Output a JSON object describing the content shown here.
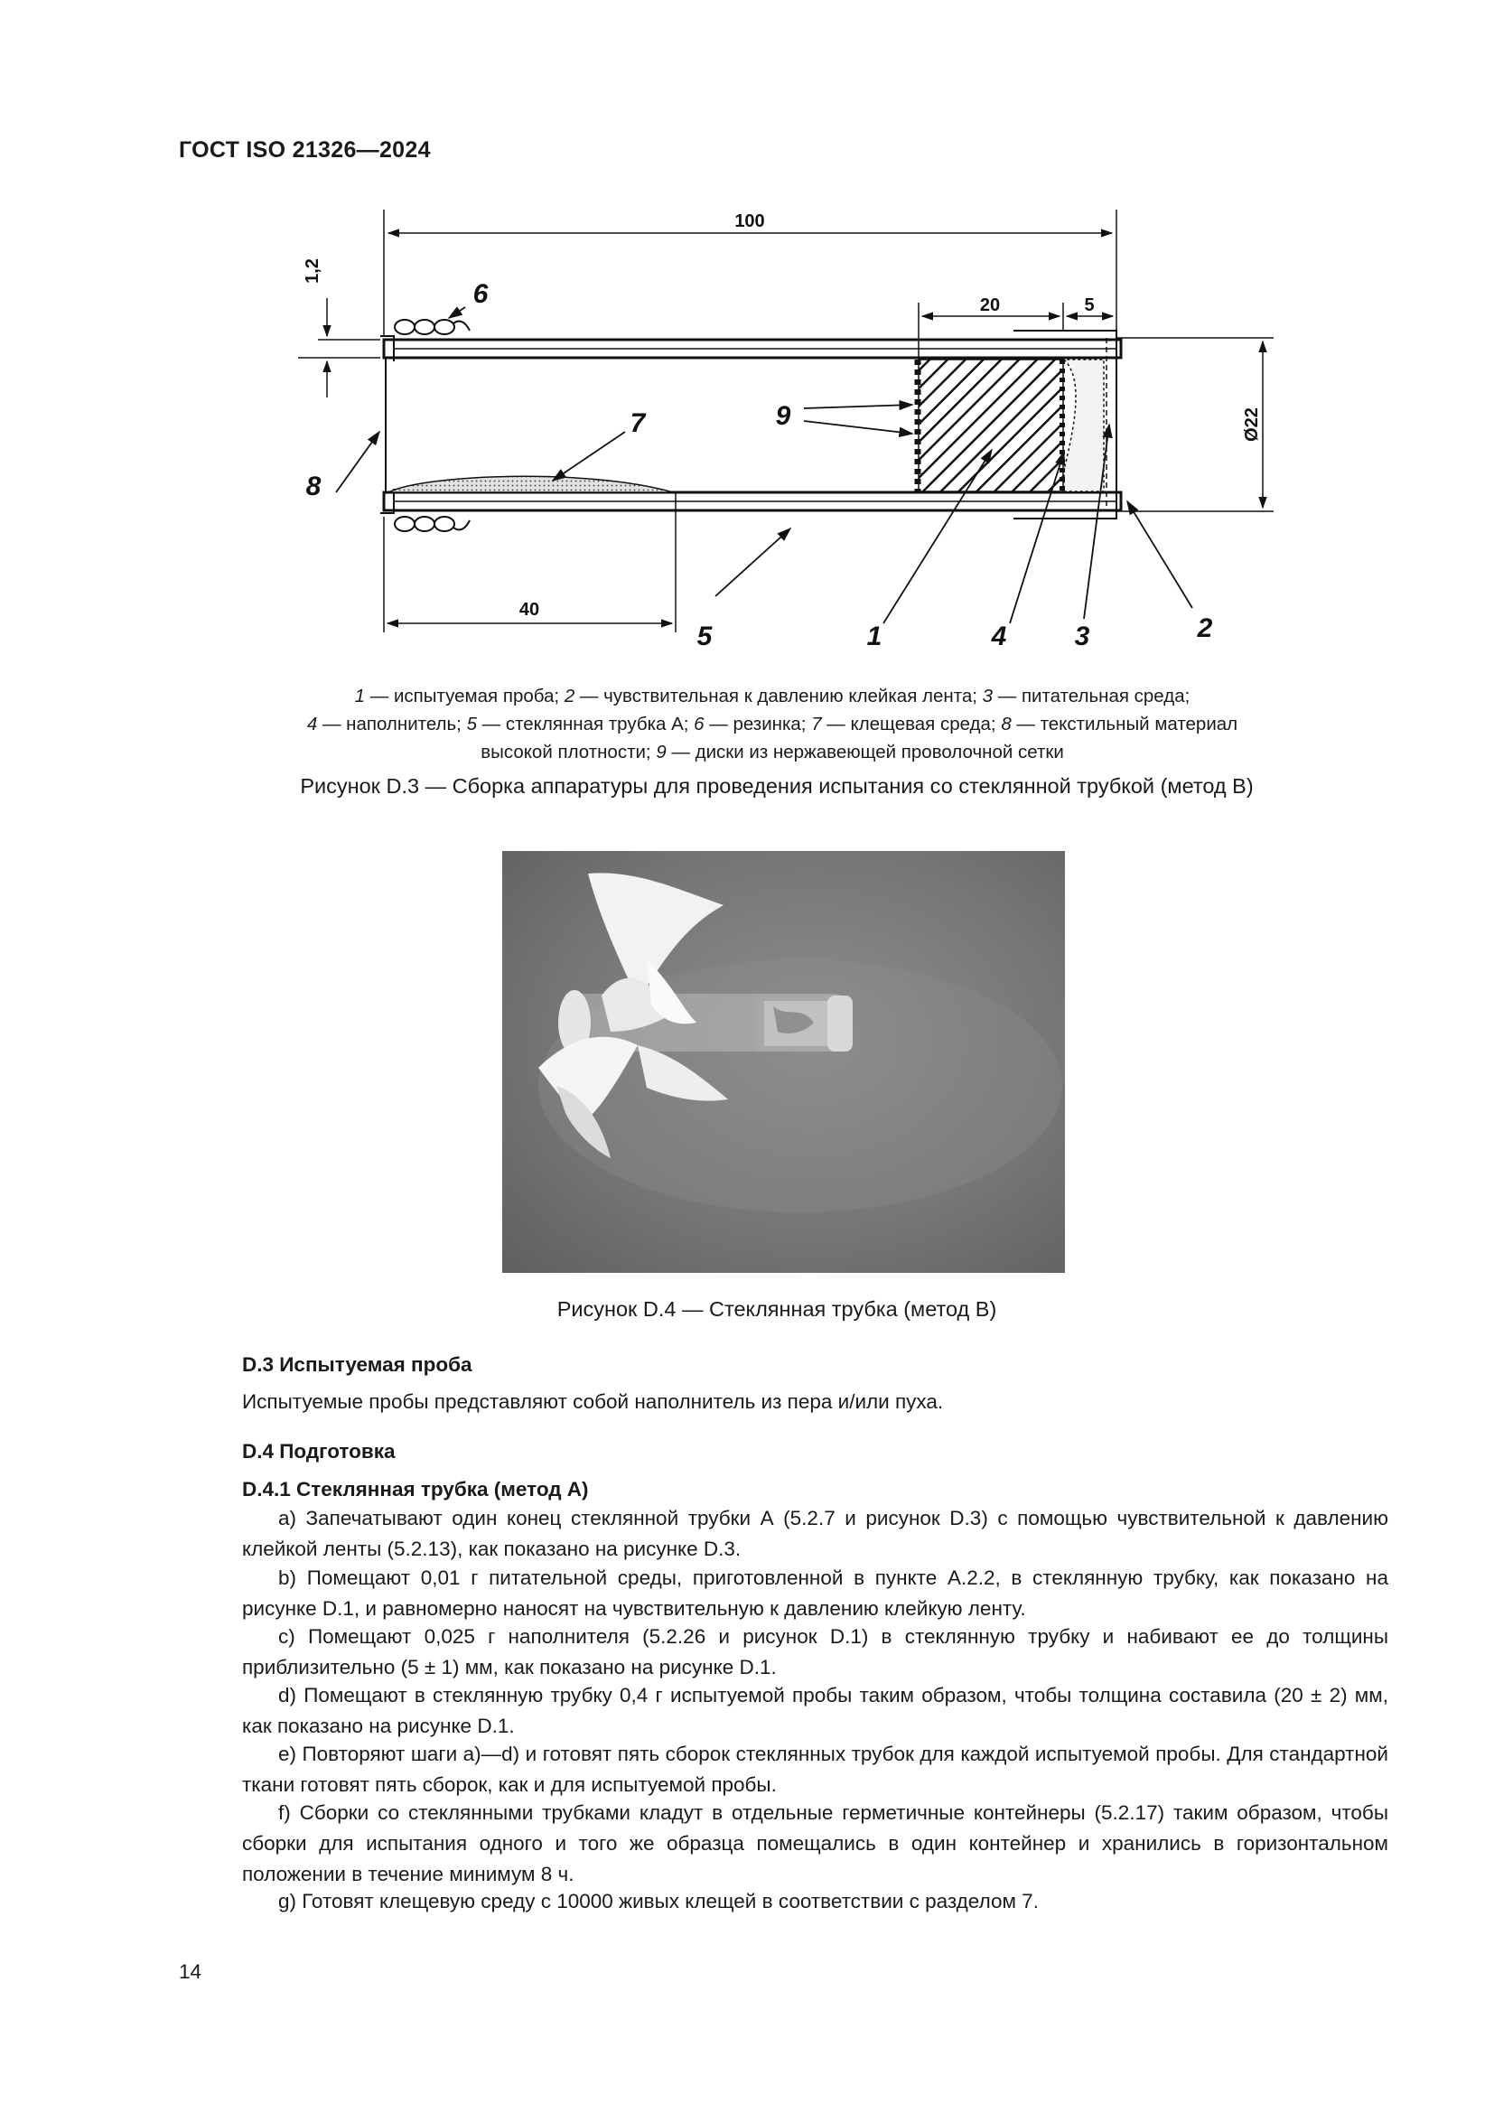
{
  "header": {
    "title": "ГОСТ ISO 21326—2024"
  },
  "figure_d3": {
    "dimensions": {
      "total": "100",
      "d20": "20",
      "d5": "5",
      "thickness": "1,2",
      "d40": "40",
      "diameter": "Ø22"
    },
    "callouts": {
      "c1": "1",
      "c2": "2",
      "c3": "3",
      "c4": "4",
      "c5": "5",
      "c6": "6",
      "c7": "7",
      "c8": "8",
      "c9": "9"
    },
    "legend": {
      "n1": "1",
      "t1": " — испытуемая проба; ",
      "n2": "2",
      "t2": " — чувствительная к давлению клейкая лента; ",
      "n3": "3",
      "t3": " — питательная среда;",
      "n4": "4",
      "t4": " — наполнитель; ",
      "n5": "5",
      "t5": " — стеклянная трубка А; ",
      "n6": "6",
      "t6": " — резинка; ",
      "n7": "7",
      "t7": " — клещевая среда; ",
      "n8": "8",
      "t8": " — текстильный материал высокой плотности; ",
      "n9": "9",
      "t9": " — диски из нержавеющей проволочной сетки"
    },
    "caption": "Рисунок D.3 — Сборка аппаратуры для проведения испытания со стеклянной трубкой (метод В)"
  },
  "figure_d4": {
    "caption": "Рисунок D.4 — Стеклянная трубка (метод В)"
  },
  "sections": {
    "d3_heading": "D.3  Испытуемая проба",
    "d3_text": "Испытуемые пробы представляют собой наполнитель из пера и/или пуха.",
    "d4_heading": "D.4  Подготовка",
    "d41_heading": "D.4.1  Стеклянная трубка (метод А)",
    "items": {
      "a": "a)  Запечатывают один конец стеклянной трубки А (5.2.7 и рисунок D.3) с помощью чувствительной к давлению клейкой ленты (5.2.13), как показано на рисунке D.3.",
      "b": "b)  Помещают 0,01 г питательной среды, приготовленной в пункте А.2.2, в стеклянную трубку, как показано на рисунке D.1, и равномерно наносят на чувствительную к давлению клейкую ленту.",
      "c": "c)  Помещают 0,025 г наполнителя (5.2.26 и рисунок D.1) в стеклянную трубку и набивают ее до толщины приблизительно (5 ± 1) мм, как показано на рисунке D.1.",
      "d": "d)  Помещают в стеклянную трубку 0,4 г испытуемой пробы таким образом, чтобы толщина составила (20 ± 2) мм, как показано на рисунке D.1.",
      "e": "e)  Повторяют шаги a)—d) и готовят пять сборок стеклянных трубок для каждой испытуемой пробы. Для стандартной ткани готовят пять сборок, как и для испытуемой пробы.",
      "f": "f)  Сборки со стеклянными трубками кладут в отдельные герметичные контейнеры (5.2.17) таким образом, чтобы сборки для испытания одного и того же образца помещались в один контейнер и хранились в горизонтальном положении в течение минимум 8 ч.",
      "g": "g)  Готовят клещевую среду с 10000 живых клещей в соответствии с разделом 7."
    }
  },
  "footer": {
    "page_number": "14"
  }
}
